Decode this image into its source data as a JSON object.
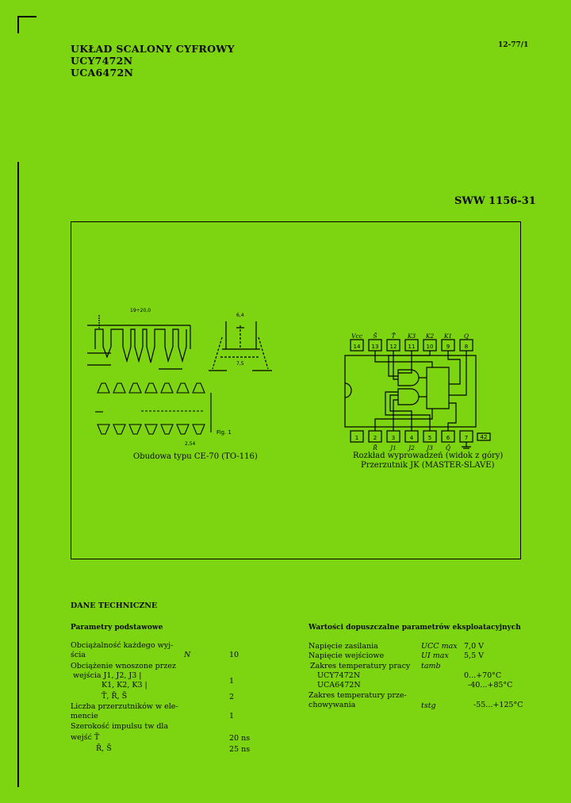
{
  "header": {
    "title_line1": "UKŁAD SCALONY CYFROWY",
    "title_line2": "UCY7472N",
    "title_line3": "UCA6472N",
    "page_code": "12-77/1",
    "standard": "SWW 1156-31"
  },
  "figures": {
    "package_caption": "Obudowa typu CE-70 (TO-116)",
    "package_dims": {
      "length": "19÷20,0",
      "width": "7,5",
      "height": "6,4",
      "pitch": "2,54",
      "fig_label": "Fig. 1"
    },
    "pinout_caption_line1": "Rozkład wyprowadzeń (widok z góry)",
    "pinout_caption_line2": "Przerzutnik JK (MASTER-SLAVE)",
    "pins_top": [
      {
        "num": "14",
        "label": "Vcc"
      },
      {
        "num": "13",
        "label": "S̄"
      },
      {
        "num": "12",
        "label": "T̄"
      },
      {
        "num": "11",
        "label": "K3"
      },
      {
        "num": "10",
        "label": "K2"
      },
      {
        "num": "9",
        "label": "K1"
      },
      {
        "num": "8",
        "label": "Q"
      }
    ],
    "pins_bottom": [
      {
        "num": "1",
        "label": ""
      },
      {
        "num": "2",
        "label": "R̄"
      },
      {
        "num": "3",
        "label": "J1"
      },
      {
        "num": "4",
        "label": "J2"
      },
      {
        "num": "5",
        "label": "J3"
      },
      {
        "num": "6",
        "label": "Q̄"
      },
      {
        "num": "7",
        "label": "GND"
      }
    ],
    "pinout_tag": "42"
  },
  "tech": {
    "section_title": "DANE TECHNICZNE",
    "basic_title": "Parametry podstawowe",
    "basic_rows": [
      {
        "label": "Obciążalność każdego wyj-",
        "symbol": "",
        "value": ""
      },
      {
        "label": "ścia",
        "symbol": "N",
        "value": "10"
      },
      {
        "label": "Obciążenie wnoszone przez",
        "symbol": "",
        "value": ""
      },
      {
        "label": "wejścia J1, J2, J3 |",
        "symbol": "",
        "value": ""
      },
      {
        "label": "K1, K2, K3 |",
        "symbol": "",
        "value": "1"
      },
      {
        "label": "T̄, R̄, S̄",
        "symbol": "",
        "value": "2"
      },
      {
        "label": "Liczba przerzutników w ele-",
        "symbol": "",
        "value": ""
      },
      {
        "label": "mencie",
        "symbol": "",
        "value": "1"
      },
      {
        "label": "Szerokość impulsu tw dla",
        "symbol": "",
        "value": ""
      },
      {
        "label": "wejść T̄",
        "symbol": "",
        "value": "20 ns"
      },
      {
        "label": "R̄, S̄",
        "symbol": "",
        "value": "25 ns"
      }
    ],
    "limits_title": "Wartości dopuszczalne parametrów eksploatacyjnych",
    "limits_rows": [
      {
        "label": "Napięcie zasilania",
        "symbol": "UCC max",
        "value": "7,0 V"
      },
      {
        "label": "Napięcie wejściowe",
        "symbol": "UI max",
        "value": "5,5 V"
      },
      {
        "label": "Zakres temperatury pracy",
        "symbol": "tamb",
        "value": ""
      },
      {
        "label": "UCY7472N",
        "symbol": "",
        "value": "0...+70°C"
      },
      {
        "label": "UCA6472N",
        "symbol": "",
        "value": "-40...+85°C"
      },
      {
        "label": "Zakres temperatury prze-",
        "symbol": "",
        "value": ""
      },
      {
        "label": "chowywania",
        "symbol": "tstg",
        "value": "-55...+125°C"
      }
    ]
  }
}
